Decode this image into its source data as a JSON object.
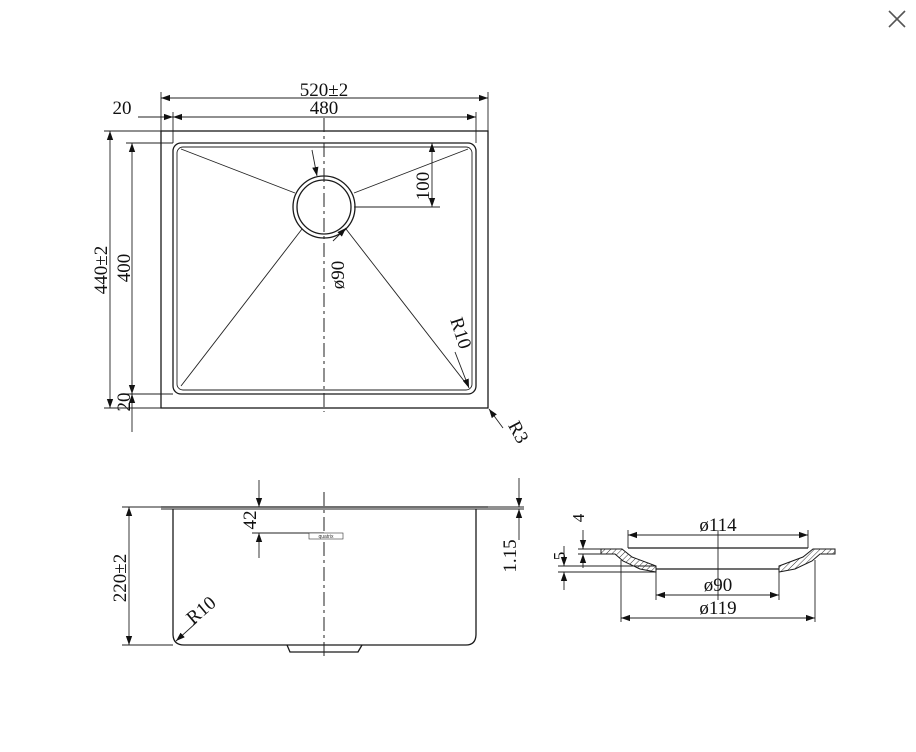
{
  "drawing": {
    "top_view": {
      "overall_width": "520±2",
      "bowl_width": "480",
      "side_rim": "20",
      "overall_depth": "440±2",
      "bowl_depth": "400",
      "bottom_rim": "20",
      "drain_offset": "100",
      "drain_diameter": "ø90",
      "inner_radius": "R10",
      "outer_radius": "R3"
    },
    "side_view": {
      "height": "220±2",
      "drain_depth": "42",
      "thickness": "1.15",
      "bottom_radius": "R10",
      "brand_mark": "quatrix"
    },
    "strainer_detail": {
      "rim_height": "4",
      "recess_height": "5",
      "top_diameter": "ø114",
      "bottom_diameter": "ø90",
      "outer_diameter": "ø119"
    }
  },
  "controls": {
    "close_icon": "close-icon"
  }
}
